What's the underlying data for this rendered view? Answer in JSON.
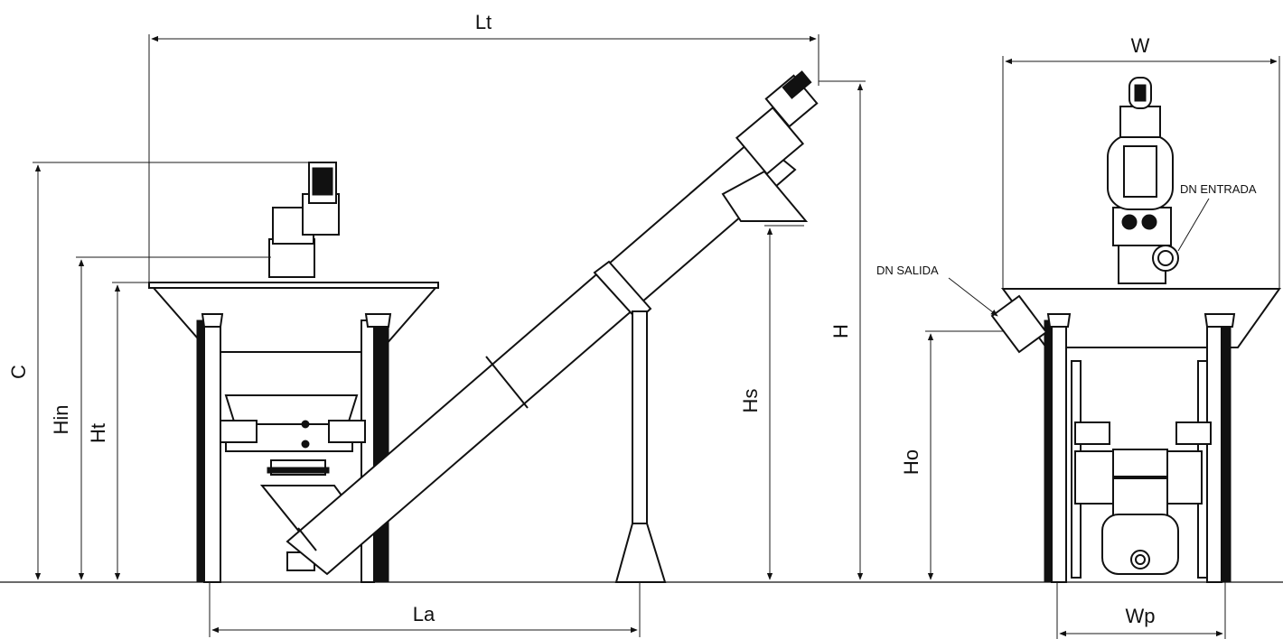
{
  "dimensions": {
    "lt": "Lt",
    "w": "W",
    "c": "C",
    "hin": "Hin",
    "ht": "Ht",
    "hs": "Hs",
    "h": "H",
    "ho": "Ho",
    "la": "La",
    "wp": "Wp"
  },
  "labels": {
    "dn_entrada": "DN ENTRADA",
    "dn_salida": "DN SALIDA"
  },
  "colors": {
    "line": "#111111",
    "background": "#ffffff"
  }
}
